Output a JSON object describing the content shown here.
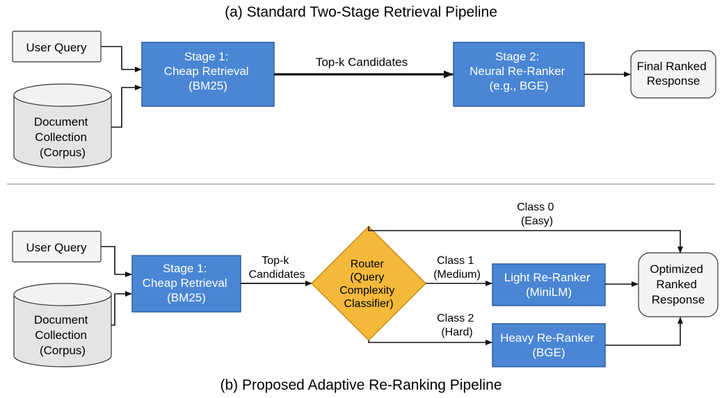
{
  "colors": {
    "stage_fill": "#4a86d4",
    "stage_stroke": "#2f5f9e",
    "router_fill": "#f4b93a",
    "router_stroke": "#c98a15",
    "plain_fill": "#f4f4f4",
    "plain_stroke": "#333333",
    "cylinder_fill": "#e4e4e4",
    "divider": "#9a9a9a"
  },
  "panel_a": {
    "title": "(a) Standard Two-Stage Retrieval Pipeline",
    "user_query": "User Query",
    "document_collection": [
      "Document",
      "Collection",
      "(Corpus)"
    ],
    "stage1": [
      "Stage 1:",
      "Cheap Retrieval",
      "(BM25)"
    ],
    "edge_topk": "Top-k Candidates",
    "stage2": [
      "Stage 2:",
      "Neural Re-Ranker",
      "(e.g., BGE)"
    ],
    "final": [
      "Final Ranked",
      "Response"
    ]
  },
  "panel_b": {
    "title": "(b) Proposed Adaptive Re-Ranking Pipeline",
    "user_query": "User Query",
    "document_collection": [
      "Document",
      "Collection",
      "(Corpus)"
    ],
    "stage1": [
      "Stage 1:",
      "Cheap Retrieval",
      "(BM25)"
    ],
    "edge_topk": [
      "Top-k",
      "Candidates"
    ],
    "router": [
      "Router",
      "(Query",
      "Complexity",
      "Classifier)"
    ],
    "class0": [
      "Class 0",
      "(Easy)"
    ],
    "class1": [
      "Class 1",
      "(Medium)"
    ],
    "class2": [
      "Class 2",
      "(Hard)"
    ],
    "light": [
      "Light Re-Ranker",
      "(MiniLM)"
    ],
    "heavy": [
      "Heavy Re-Ranker",
      "(BGE)"
    ],
    "optimized": [
      "Optimized",
      "Ranked",
      "Response"
    ]
  }
}
